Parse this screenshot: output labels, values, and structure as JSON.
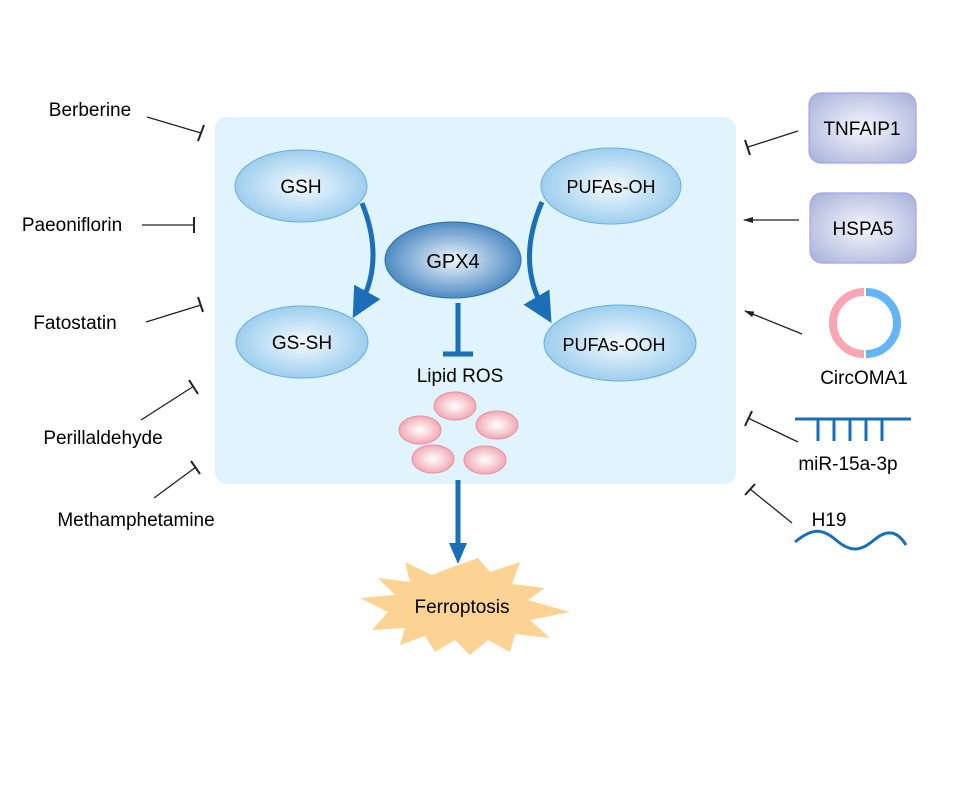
{
  "title": "GPX4-mediated ferroptosis regulators",
  "core": {
    "gpx4": "GPX4",
    "gsh": "GSH",
    "gssh": "GS-SH",
    "pufas_oh": "PUFAs-OH",
    "pufas_ooh": "PUFAs-OOH",
    "lipid_ros": "Lipid ROS",
    "outcome": "Ferroptosis"
  },
  "left_regulators": [
    {
      "name": "Berberine",
      "effect": "inhibit"
    },
    {
      "name": "Paeoniflorin",
      "effect": "inhibit"
    },
    {
      "name": "Fatostatin",
      "effect": "inhibit"
    },
    {
      "name": "Perillaldehyde",
      "effect": "inhibit"
    },
    {
      "name": "Methamphetamine",
      "effect": "inhibit"
    }
  ],
  "right_regulators": [
    {
      "name": "TNFAIP1",
      "type": "protein",
      "effect": "inhibit"
    },
    {
      "name": "HSPA5",
      "type": "protein",
      "effect": "activate"
    },
    {
      "name": "CircOMA1",
      "type": "circRNA",
      "effect": "activate"
    },
    {
      "name": "miR-15a-3p",
      "type": "miRNA",
      "effect": "inhibit"
    },
    {
      "name": "H19",
      "type": "lncRNA",
      "effect": "inhibit"
    }
  ],
  "colors": {
    "panel": "#dff4fd",
    "arrow_blue": "#1a6fb8",
    "ros_pink": "#f0a0ab",
    "star_orange": "#fdd394",
    "protein_box": "#b8c3e3",
    "circ_pink": "#f7a6b2",
    "circ_blue": "#63b5f6"
  }
}
